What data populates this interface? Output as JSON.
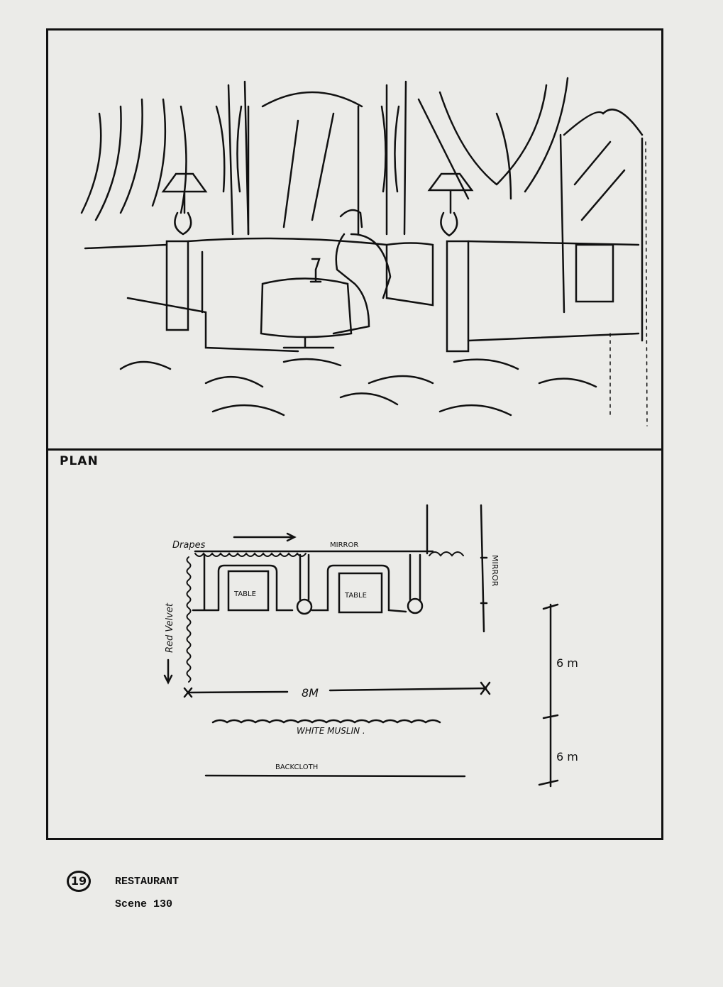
{
  "plan": {
    "heading": "PLAN",
    "labels": {
      "drapes": "Drapes",
      "mirror_top": "MIRROR",
      "mirror_side": "MIRROR",
      "red_velvet": "Red Velvet",
      "table_left": "TABLE",
      "table_right": "TABLE",
      "width": "8M",
      "white_muslin": "WHITE MUSLIN .",
      "backcloth": "BACKCLOTH",
      "depth_1": "6 m",
      "depth_2": "6 m"
    }
  },
  "caption": {
    "number": "19",
    "title": "RESTAURANT",
    "scene": "Scene 130"
  }
}
